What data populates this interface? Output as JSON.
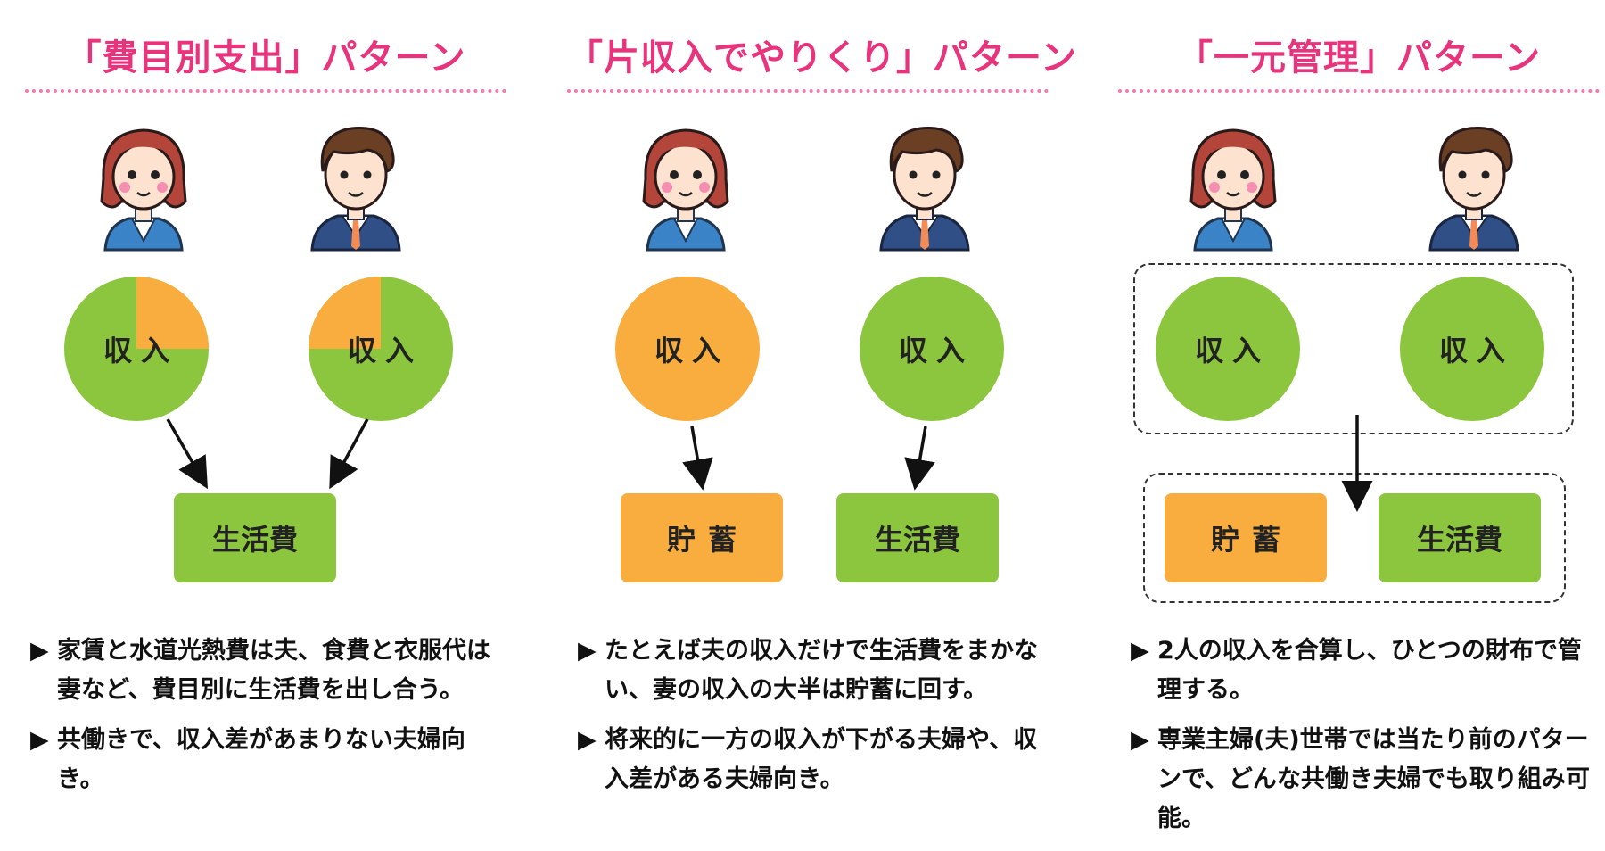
{
  "panels": [
    {
      "title": "「費目別支出」パターン",
      "circles": [
        "収入",
        "収入"
      ],
      "boxes": [
        "生活費"
      ],
      "bullets": [
        "家賃と水道光熱費は夫、食費と衣服代は妻など、費目別に生活費を出し合う。",
        "共働きで、収入差があまりない夫婦向き。"
      ]
    },
    {
      "title": "「片収入でやりくり」パターン",
      "circles": [
        "収入",
        "収入"
      ],
      "boxes": [
        "貯蓄",
        "生活費"
      ],
      "bullets": [
        "たとえば夫の収入だけで生活費をまかない、妻の収入の大半は貯蓄に回す。",
        "将来的に一方の収入が下がる夫婦や、収入差がある夫婦向き。"
      ]
    },
    {
      "title": "「一元管理」パターン",
      "circles": [
        "収入",
        "収入"
      ],
      "boxes": [
        "貯蓄",
        "生活費"
      ],
      "bullets": [
        "2人の収入を合算し、ひとつの財布で管理する。",
        "専業主婦(夫)世帯では当たり前のパターンで、どんな共働き夫婦でも取り組み可能。"
      ]
    }
  ],
  "bullet_mark": "▶",
  "colors": {
    "title": "#e8347d",
    "green": "#8cc63f",
    "orange": "#f9ad3e"
  },
  "icons": {
    "woman": "woman-avatar-icon",
    "man": "man-avatar-icon"
  }
}
